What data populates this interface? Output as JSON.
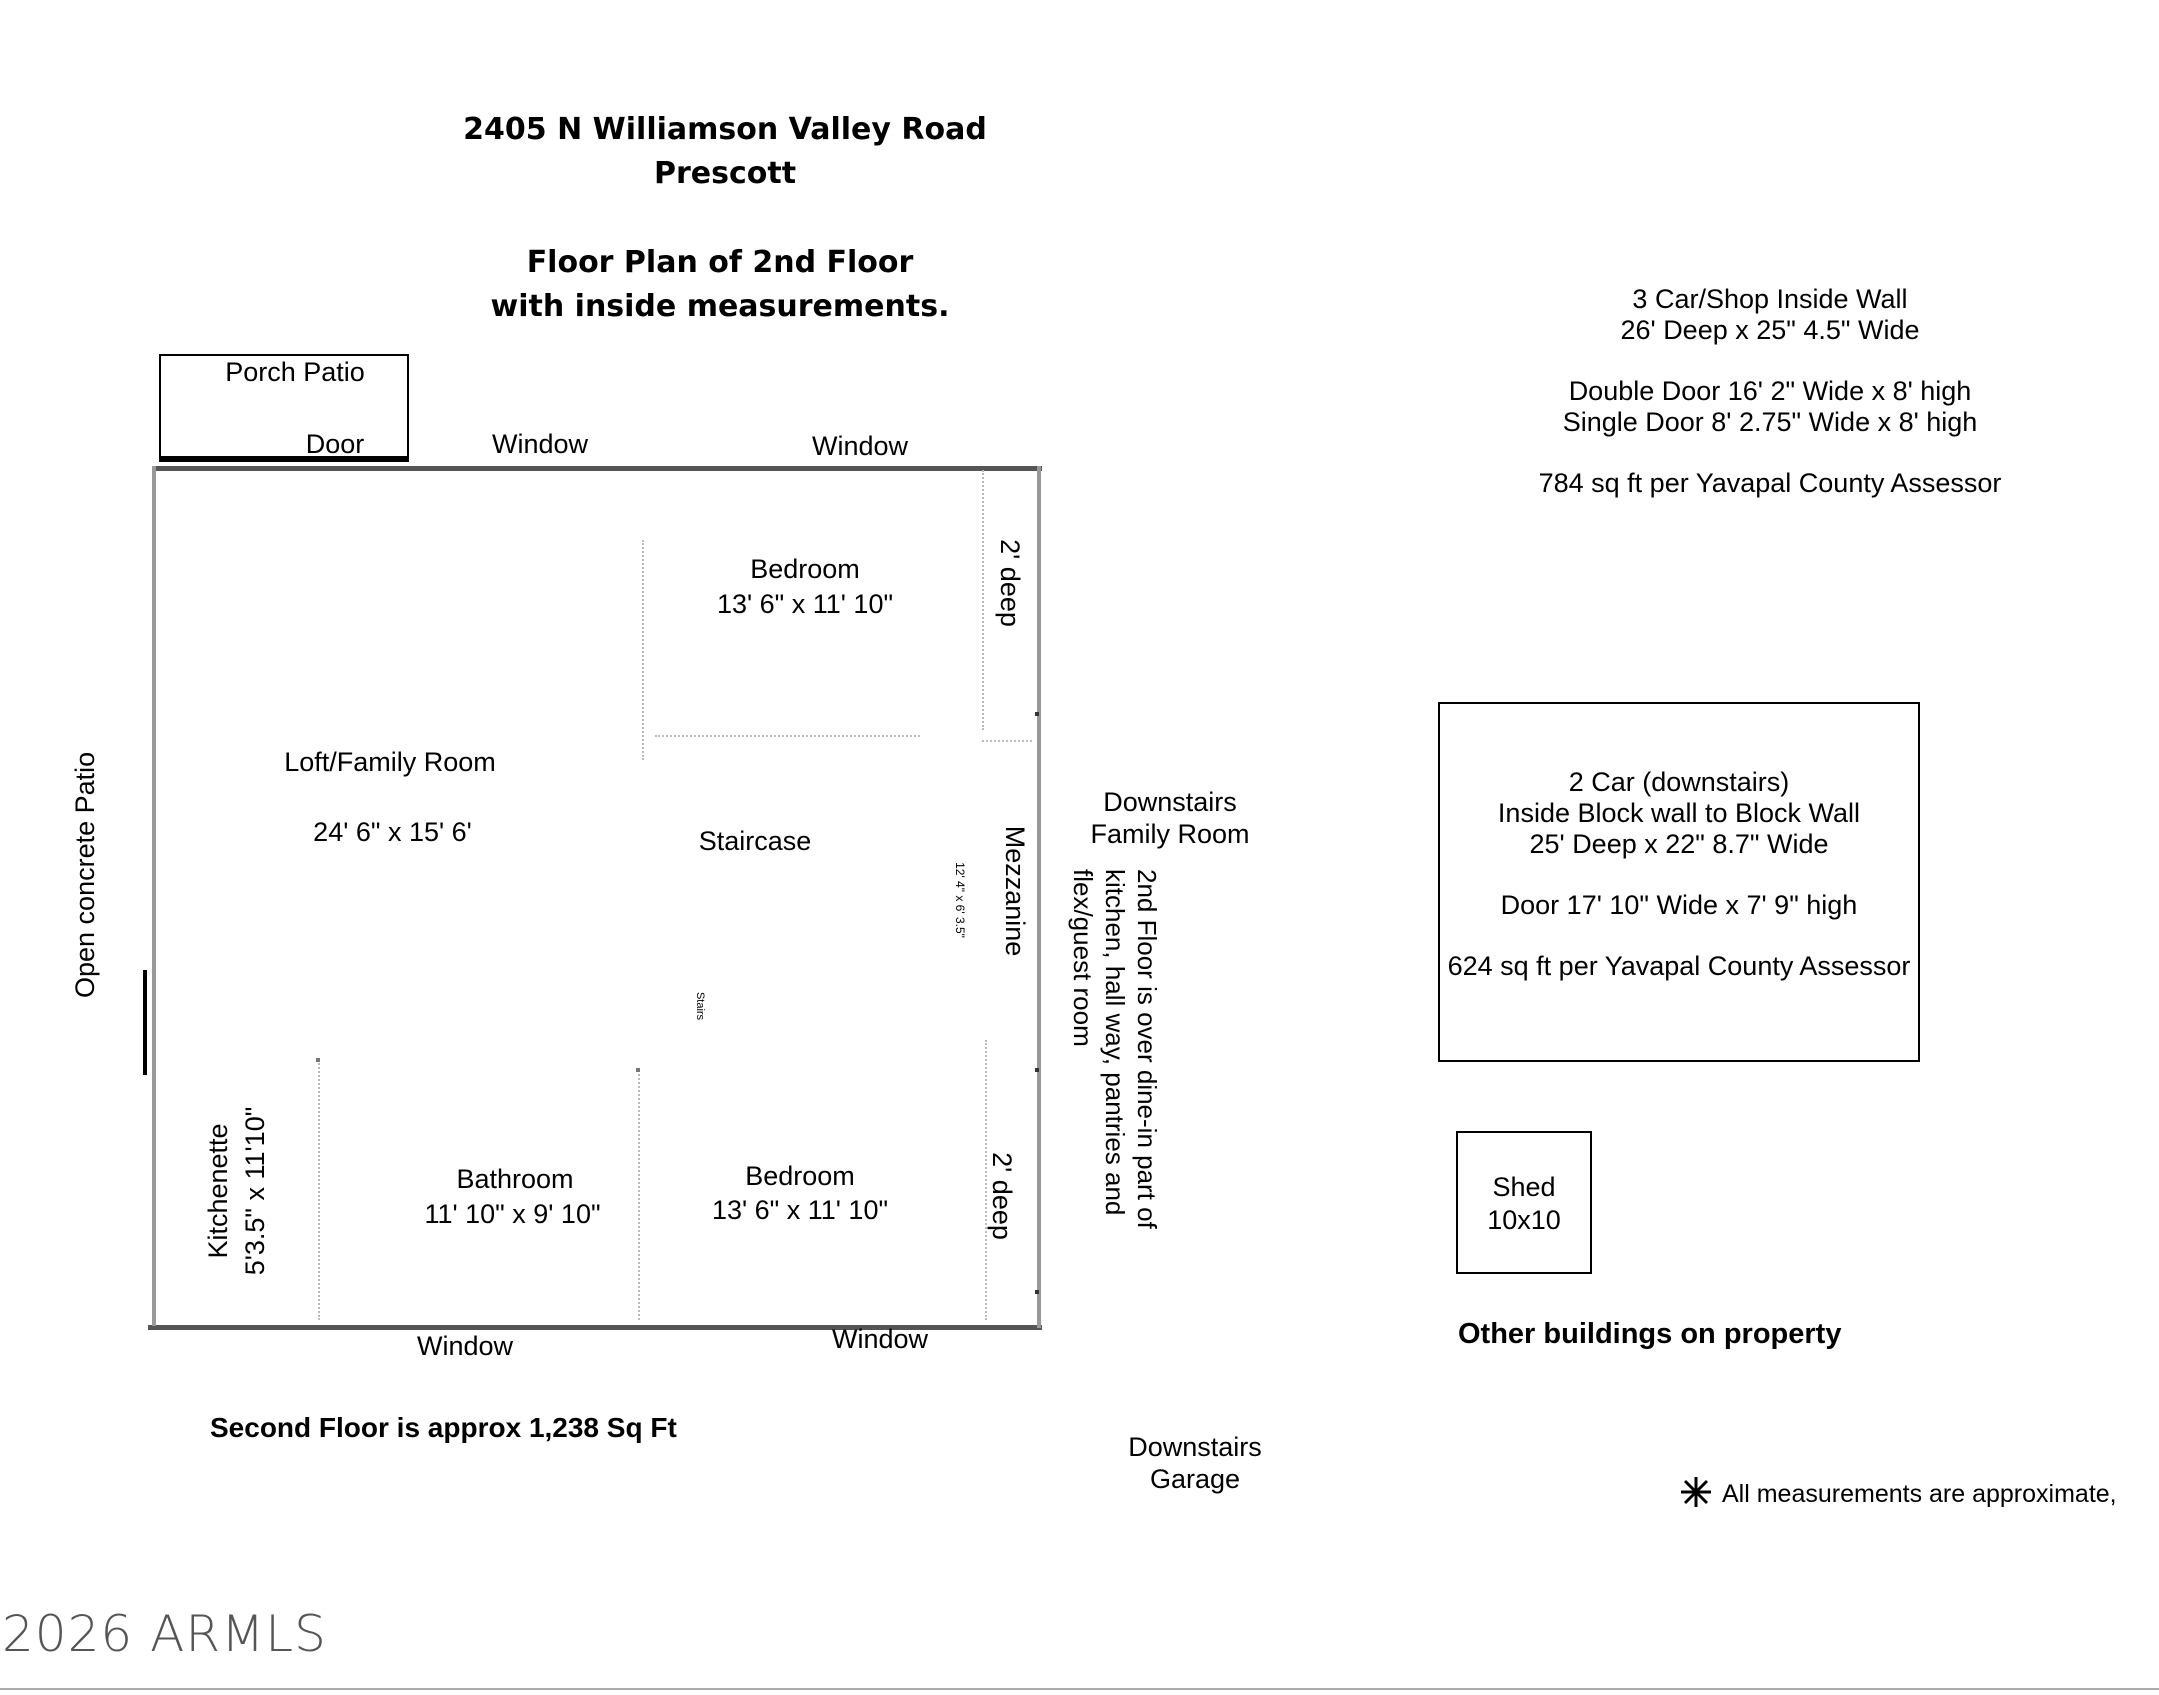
{
  "header": {
    "address_line1": "2405 N Williamson Valley Road",
    "address_line2": "Prescott",
    "plan_line1": "Floor Plan of 2nd Floor",
    "plan_line2": "with inside measurements."
  },
  "plan": {
    "porch_patio": "Porch Patio",
    "door": "Door",
    "window_top_left": "Window",
    "window_top_right": "Window",
    "window_bottom_left": "Window",
    "window_bottom_right": "Window",
    "open_patio": "Open concrete Patio",
    "loft_name": "Loft/Family Room",
    "loft_size": "24' 6\" x 15' 6'",
    "bedroom_top_name": "Bedroom",
    "bedroom_top_size": "13' 6\" x 11' 10\"",
    "closet_top": "2' deep",
    "staircase": "Staircase",
    "stairs_small": "Stairs",
    "mezzanine": "Mezzanine",
    "mezzanine_size": "12' 4\" x 6' 3.5\"",
    "kitchenette_name": "Kitchenette",
    "kitchenette_size": "5'3.5\" x 11'10\"",
    "bathroom_name": "Bathroom",
    "bathroom_size": "11' 10\" x 9' 10\"",
    "bedroom_bottom_name": "Bedroom",
    "bedroom_bottom_size": "13' 6\" x 11' 10\"",
    "closet_bottom": "2' deep",
    "total": "Second Floor is approx 1,238 Sq Ft"
  },
  "downstairs": {
    "family_room_1": "Downstairs",
    "family_room_2": "Family Room",
    "note_line1": "2nd Floor is over dine-in part of",
    "note_line2": "kitchen, hall way, pantries and",
    "note_line3": "flex/guest room",
    "garage_1": "Downstairs",
    "garage_2": "Garage"
  },
  "shop": {
    "line1": "3 Car/Shop Inside Wall",
    "line2": "26' Deep x 25\" 4.5\" Wide",
    "line3": "Double Door 16' 2\" Wide x 8' high",
    "line4": "Single Door 8' 2.75\" Wide x 8' high",
    "line5": "784 sq ft per Yavapal County Assessor"
  },
  "garage2": {
    "line1": "2 Car (downstairs)",
    "line2": "Inside Block wall to Block Wall",
    "line3": "25' Deep x 22\" 8.7\" Wide",
    "line4": "Door 17' 10\" Wide x 7' 9\" high",
    "line5": "624 sq ft per Yavapal County Assessor"
  },
  "shed": {
    "line1": "Shed",
    "line2": "10x10"
  },
  "other_buildings": "Other buildings on property",
  "disclaimer": "All measurements are approximate,",
  "watermark": "2026 ARMLS",
  "icons": {
    "asterisk": "asterisk-icon"
  }
}
